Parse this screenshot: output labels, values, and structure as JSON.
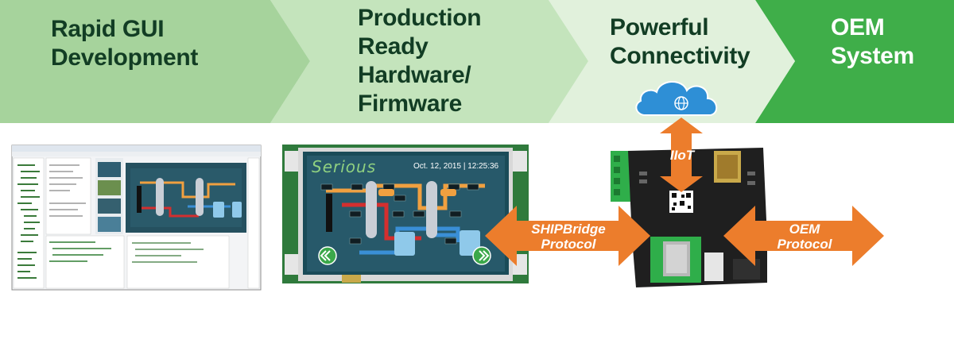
{
  "steps": [
    {
      "title_line1": "Rapid GUI",
      "title_line2": "Development"
    },
    {
      "title_line1": "Production",
      "title_line2": "Ready",
      "title_line3": "Hardware/",
      "title_line4": "Firmware"
    },
    {
      "title_line1": "Powerful",
      "title_line2": "Connectivity"
    },
    {
      "title_line1": "OEM",
      "title_line2": "System"
    }
  ],
  "arrows": {
    "iiot": "IIoT",
    "shipbridge_line1": "SHIPBridge",
    "shipbridge_line2": "Protocol",
    "oem_line1": "OEM",
    "oem_line2": "Protocol"
  },
  "display": {
    "brand": "Serious",
    "datetime": "Oct. 12, 2015 | 12:25:36"
  },
  "colors": {
    "step1": "#a6d39c",
    "step2": "#c4e4bc",
    "step3": "#e1f1dc",
    "step4": "#3fae49",
    "arrow_orange": "#ec7d2c",
    "cloud": "#2e8fd6",
    "pcb": "#1f1f1f"
  },
  "icons": [
    "globe-icon",
    "cloud-icon",
    "back-icon",
    "forward-icon"
  ]
}
